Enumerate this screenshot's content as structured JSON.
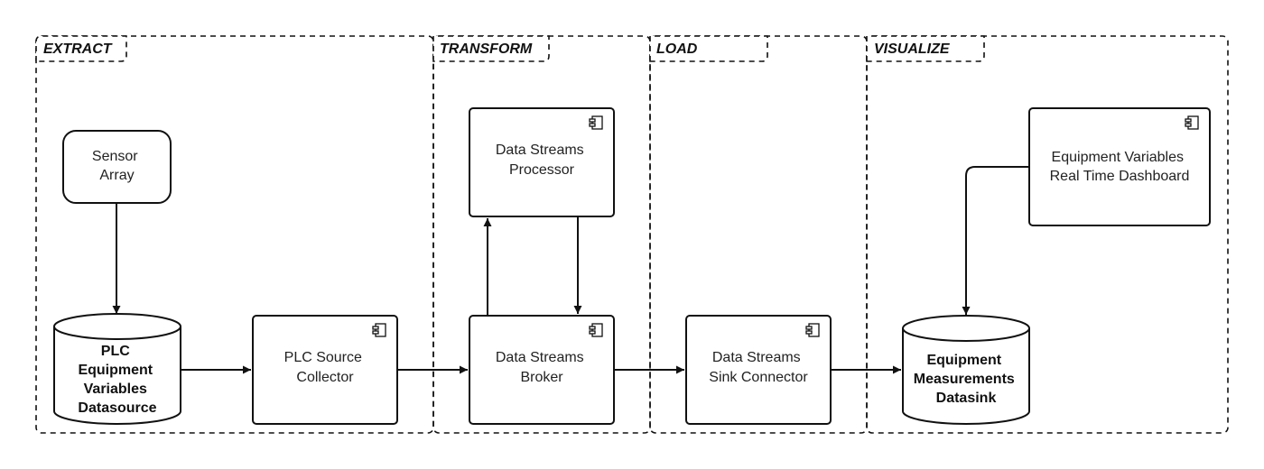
{
  "phases": {
    "extract": "EXTRACT",
    "transform": "TRANSFORM",
    "load": "LOAD",
    "visualize": "VISUALIZE"
  },
  "nodes": {
    "sensor_array": [
      "Sensor",
      "Array"
    ],
    "plc_datasource": [
      "PLC",
      "Equipment",
      "Variables",
      "Datasource"
    ],
    "plc_collector": [
      "PLC Source",
      "Collector"
    ],
    "processor": [
      "Data Streams",
      "Processor"
    ],
    "broker": [
      "Data Streams",
      "Broker"
    ],
    "sink_connector": [
      "Data Streams",
      "Sink Connector"
    ],
    "datasink": [
      "Equipment",
      "Measurements",
      "Datasink"
    ],
    "dashboard": [
      "Equipment Variables",
      "Real Time Dashboard"
    ]
  }
}
